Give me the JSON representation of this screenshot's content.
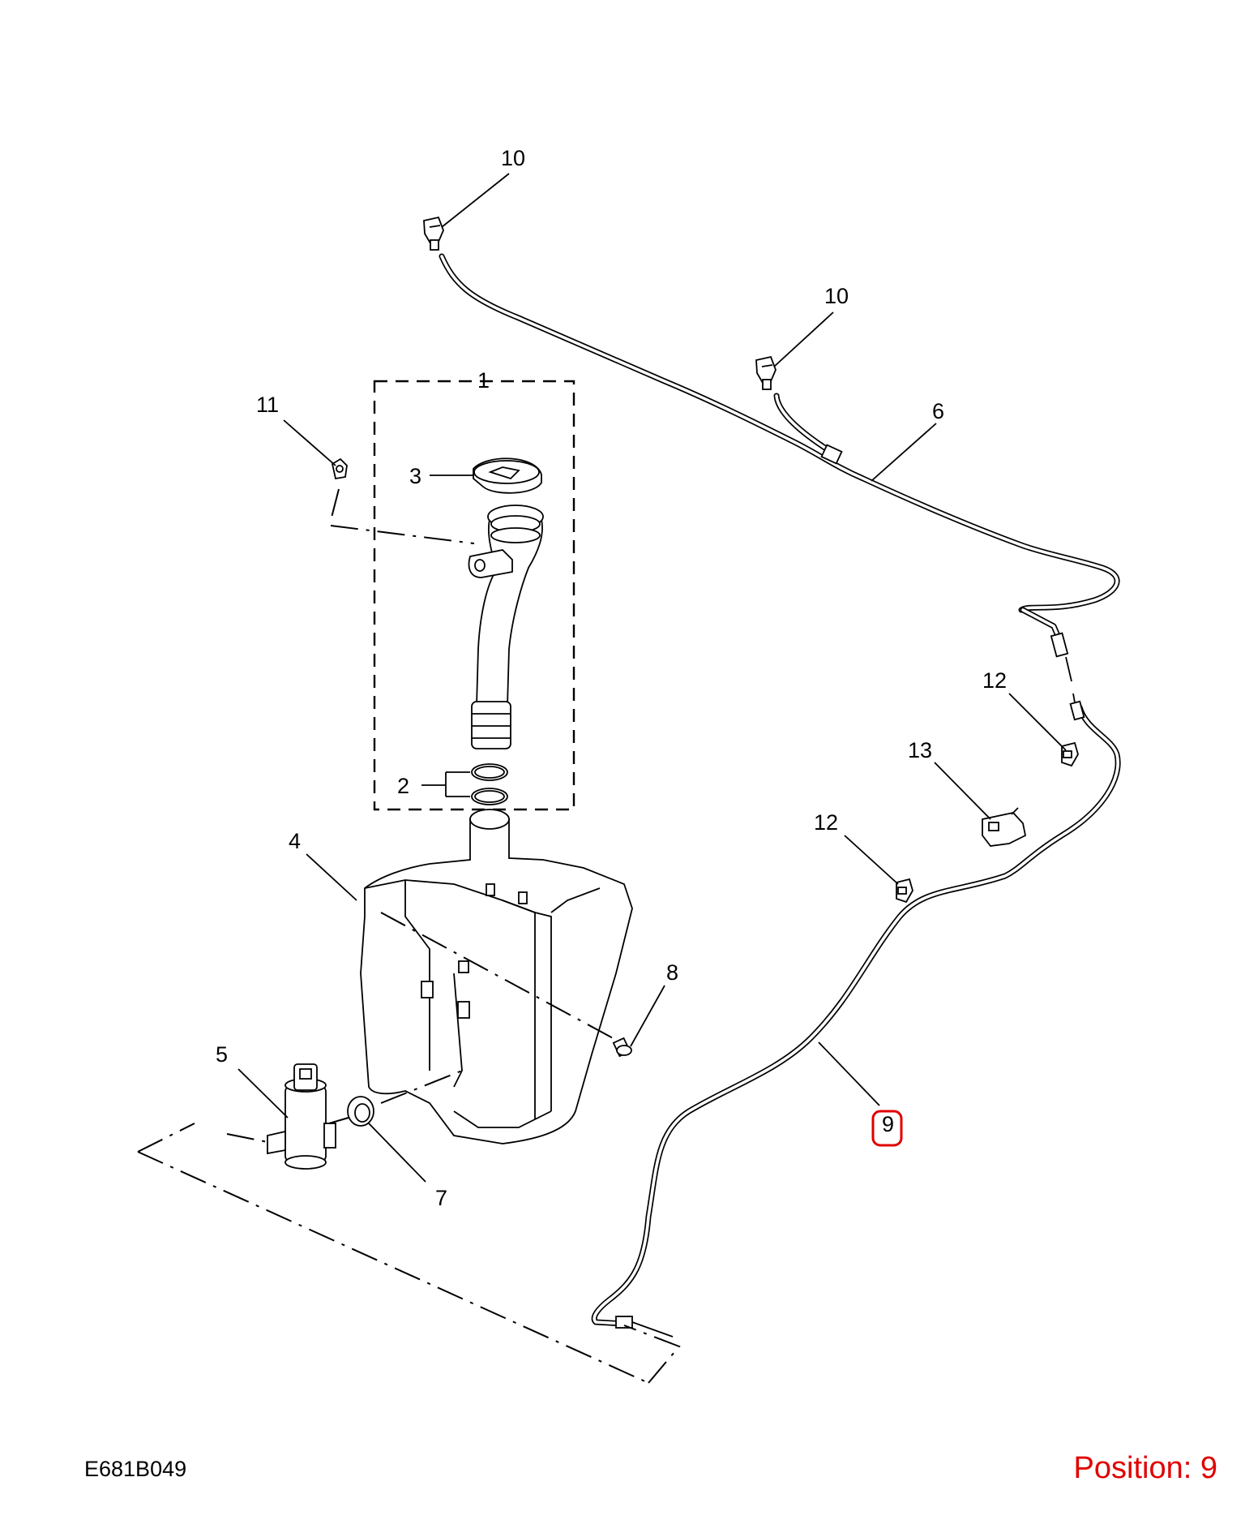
{
  "diagram": {
    "code": "E681B049",
    "position_text": "Position: 9",
    "highlight_color": "#e00000",
    "highlighted_callout": "9",
    "callouts": {
      "c10a": "10",
      "c10b": "10",
      "c1": "1",
      "c11": "11",
      "c3": "3",
      "c6": "6",
      "c12a": "12",
      "c13": "13",
      "c12b": "12",
      "c2": "2",
      "c4": "4",
      "c8": "8",
      "c5": "5",
      "c9": "9",
      "c7": "7"
    }
  }
}
